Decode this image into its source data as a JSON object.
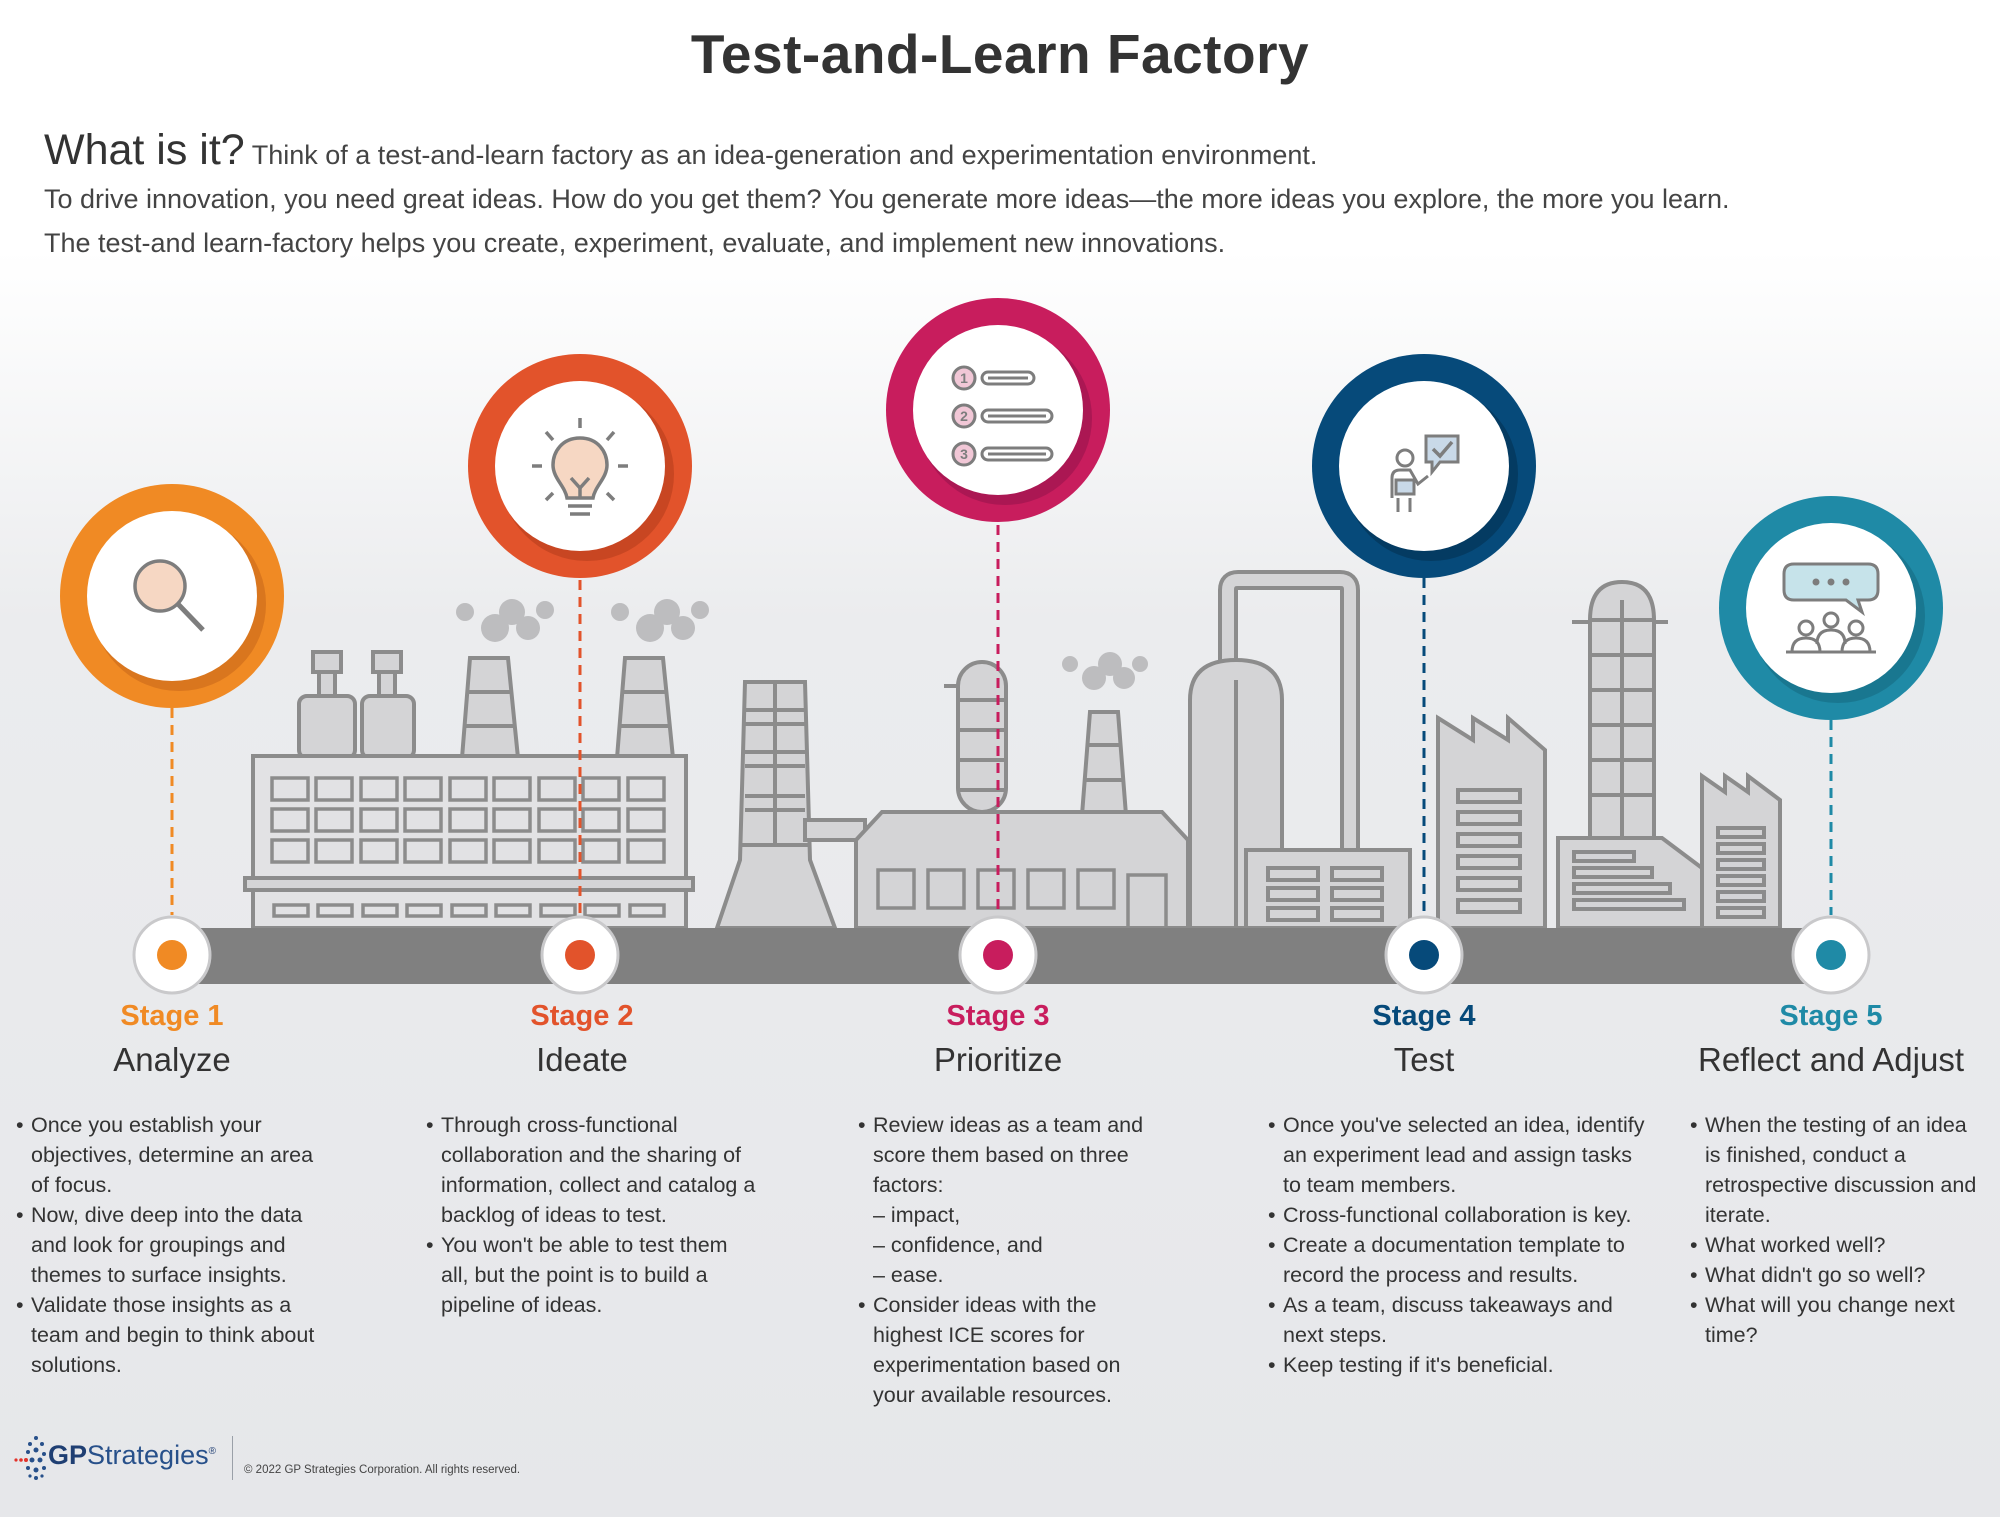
{
  "title": "Test-and-Learn Factory",
  "intro": {
    "question": "What is it?",
    "line1": "Think of a test-and-learn factory as an idea-generation and experimentation environment.",
    "line2": "To drive innovation, you need great ideas. How do you get them? You generate more ideas—the more ideas you explore, the more you learn.",
    "line3": "The test-and learn-factory helps you create, experiment, evaluate, and implement new innovations."
  },
  "colors": {
    "stage1": "#f08a24",
    "stage2": "#e2532b",
    "stage3": "#c81d5d",
    "stage4": "#064a7a",
    "stage5": "#1f8aa6",
    "conveyor": "#808080",
    "building_fill": "#d4d4d6",
    "building_stroke": "#8c8c8c"
  },
  "stages": [
    {
      "number": "Stage 1",
      "name": "Analyze",
      "icon": "magnifier-icon",
      "bullets": [
        {
          "text": "Once you establish your objectives, determine an area of focus.",
          "sub": false
        },
        {
          "text": "Now, dive deep into the data and look for groupings and themes to surface insights.",
          "sub": false
        },
        {
          "text": "Validate those insights as a team and begin to think about solutions.",
          "sub": false
        }
      ]
    },
    {
      "number": "Stage 2",
      "name": "Ideate",
      "icon": "lightbulb-icon",
      "bullets": [
        {
          "text": "Through cross-functional collaboration and the sharing of information, collect and catalog a backlog of ideas to test.",
          "sub": false
        },
        {
          "text": "You won't be able to test them all, but the point is to build a pipeline of ideas.",
          "sub": false
        }
      ]
    },
    {
      "number": "Stage 3",
      "name": "Prioritize",
      "icon": "numbered-list-icon",
      "bullets": [
        {
          "text": "Review ideas as a team and score them based on three factors:",
          "sub": false
        },
        {
          "text": "– impact,",
          "sub": true
        },
        {
          "text": "– confidence, and",
          "sub": true
        },
        {
          "text": "– ease.",
          "sub": true
        },
        {
          "text": "Consider ideas with the highest ICE scores for experimentation based on your available resources.",
          "sub": false
        }
      ]
    },
    {
      "number": "Stage 4",
      "name": "Test",
      "icon": "presenter-checkmark-icon",
      "bullets": [
        {
          "text": "Once you've selected an idea, identify an experiment lead and assign tasks to team members.",
          "sub": false
        },
        {
          "text": "Cross-functional collaboration is key.",
          "sub": false
        },
        {
          "text": "Create a documentation template to record the process and results.",
          "sub": false
        },
        {
          "text": "As a team, discuss takeaways and next steps.",
          "sub": false
        },
        {
          "text": "Keep testing if it's beneficial.",
          "sub": false
        }
      ]
    },
    {
      "number": "Stage 5",
      "name": "Reflect and Adjust",
      "icon": "team-discussion-icon",
      "bullets": [
        {
          "text": "When the testing of an idea is finished, conduct a retrospective discussion and iterate.",
          "sub": false
        },
        {
          "text": "What worked well?",
          "sub": false
        },
        {
          "text": "What didn't go so well?",
          "sub": false
        },
        {
          "text": "What will you change next time?",
          "sub": false
        }
      ]
    }
  ],
  "list_icon_numbers": [
    "1",
    "2",
    "3"
  ],
  "footer": {
    "logo_bold": "GP",
    "logo_rest": "Strategies",
    "logo_mark": "®",
    "copyright": "© 2022 GP Strategies Corporation. All rights reserved."
  }
}
